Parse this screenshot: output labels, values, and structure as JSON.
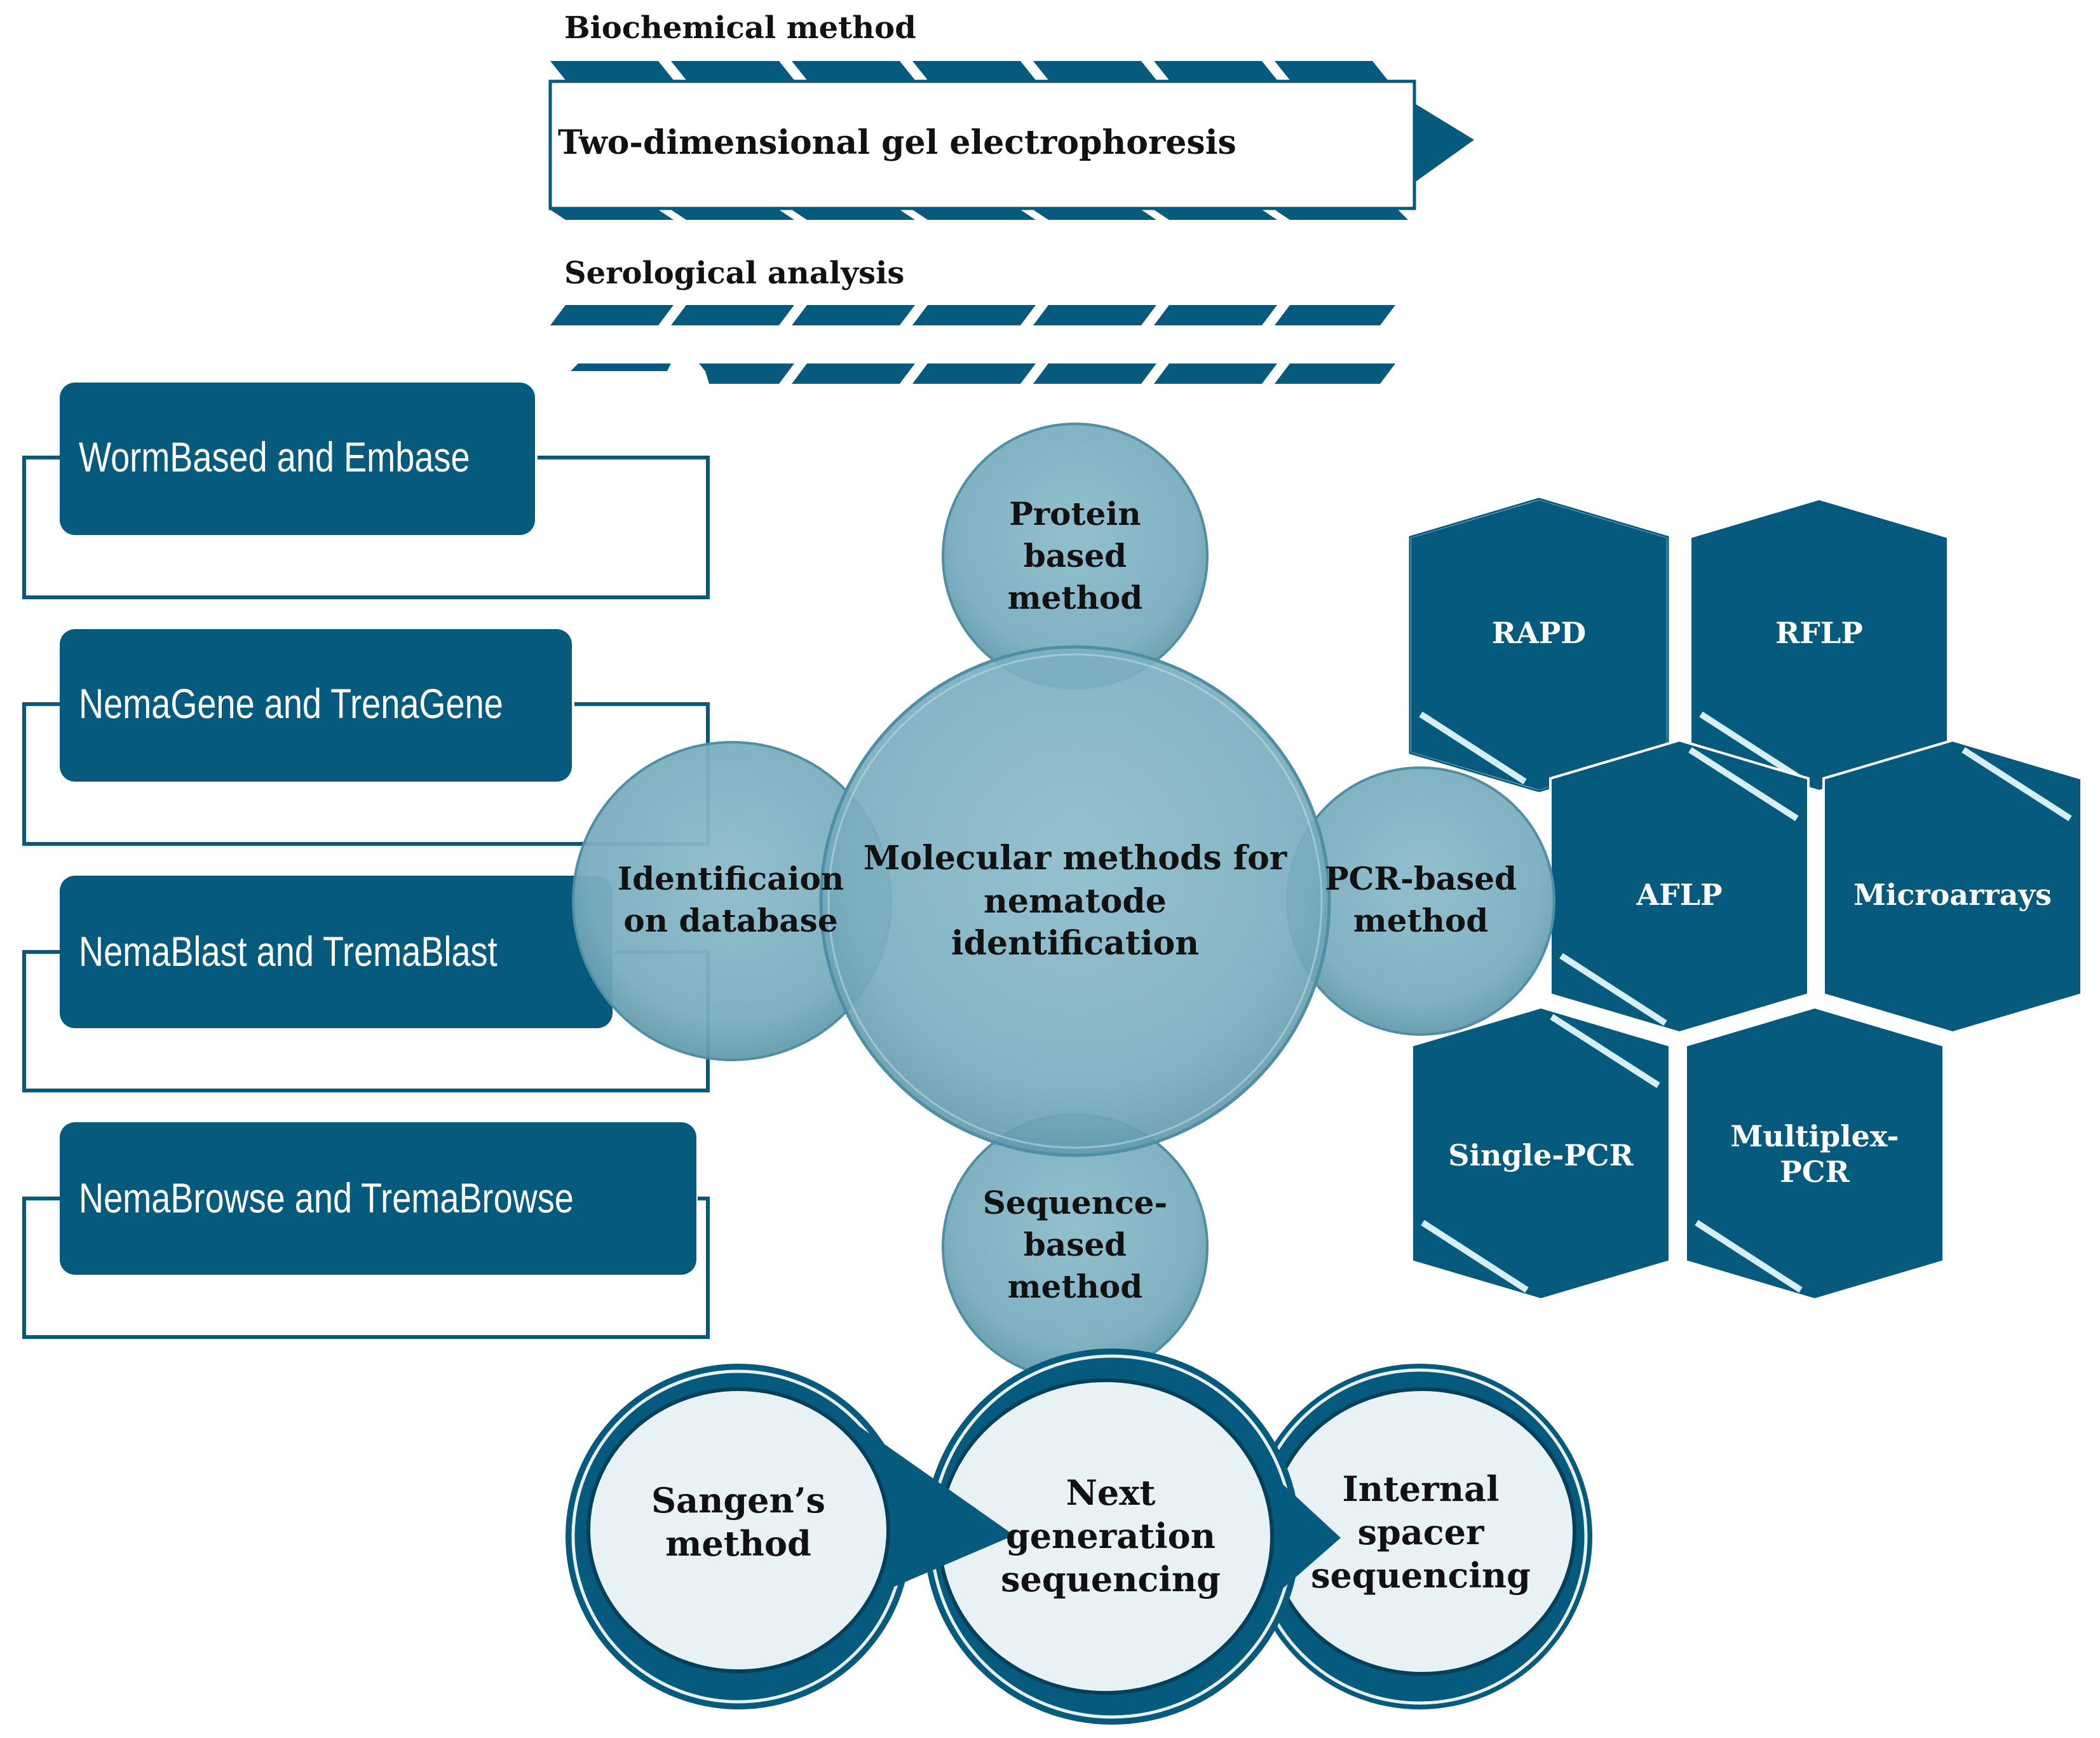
{
  "top_section": {
    "biochemical_label": "Biochemical method",
    "gel_label": "Two-dimensional gel electrophoresis",
    "serological_label": "Serological analysis"
  },
  "center": {
    "label_lines": [
      "Molecular methods for",
      "nematode",
      "identification"
    ]
  },
  "satellites": {
    "protein": [
      "Protein",
      "based",
      "method"
    ],
    "pcr": [
      "PCR-based",
      "method"
    ],
    "sequence": [
      "Sequence-",
      "based",
      "method"
    ],
    "database": [
      "Identificaion",
      "on database"
    ]
  },
  "databases": [
    "WormBased and Embase",
    "NemaGene and TrenaGene",
    "NemaBlast and TremaBlast",
    "NemaBrowse and TremaBrowse"
  ],
  "pcr_methods": [
    [
      "RAPD"
    ],
    [
      "RFLP"
    ],
    [
      "AFLP"
    ],
    [
      "Microarrays"
    ],
    [
      "Single-PCR"
    ],
    [
      "Multiplex-",
      "PCR"
    ]
  ],
  "sequencing_methods": [
    [
      "Sangen’s",
      "method"
    ],
    [
      "Next",
      "generation",
      "sequencing"
    ],
    [
      "Internal",
      "spacer",
      "sequencing"
    ]
  ],
  "colors": {
    "primary": "#055a7e",
    "circle_fill": "#7aaebf",
    "light_fill": "#e8f1f4",
    "text": "#111111"
  }
}
